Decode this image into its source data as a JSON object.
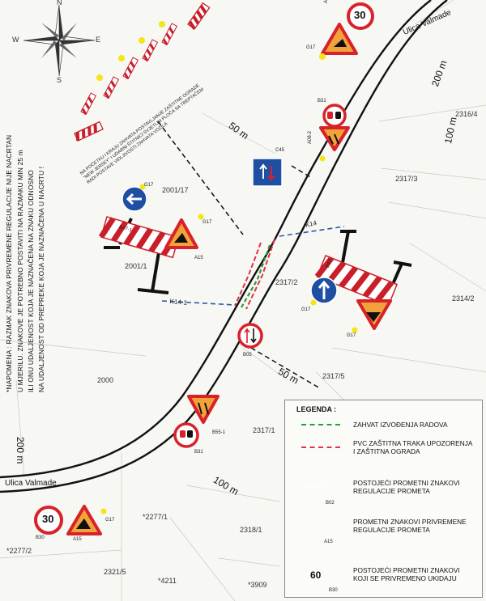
{
  "compass": {
    "n": "N",
    "s": "S",
    "e": "E",
    "w": "W"
  },
  "note": {
    "lines": [
      "*NAPOMENA :  RAZMAK ZNAKOVA PRIVREMENE REGULACIJE NIJE NACRTAN",
      "U MJERILU. ZNAKOVE JE POTREBNO POSTAVITI NA RAZMAKU MIN  25 m",
      "ILI ONU UDALJENOST KOJA JE NAZNAČENA NA ZNAKU ODNOSNO",
      "NA UDALJENOST OD PREPREKE KOJA JE NAZNAČENA U NACRTU !"
    ]
  },
  "barrier_note": [
    "NA POČETKU I KRAJU ZAHVATA POSTAVLJANJE  ZAŠTITNE OGRADE",
    "\"NEW JERSEY\" I UDARNI ŠTITNICI SVJETLIM PLOČA SA TREPTAČEM",
    "RADI POSTAVE VIDLJIVOSTI ZAHVATA VOZILA"
  ],
  "streets": {
    "top": "Ulica Valmade",
    "bottom": "Ulica Valmade"
  },
  "parcels": [
    "2316/4",
    "2317/3",
    "2001/17",
    "2001/1",
    "2317/2",
    "2314/2",
    "2317/5",
    "2000",
    "2317/1",
    "*2277/1",
    "2318/1",
    "*2277/2",
    "2321/5",
    "*4211",
    "*3909"
  ],
  "distances": {
    "d200_top": "200 m",
    "d100_top": "100 m",
    "d50_top": "50 m",
    "d50_bottom": "50 m",
    "d200_left": "200 m",
    "d100_bottom": "100 m"
  },
  "sign_codes": {
    "a15": "A15",
    "b30": "B30",
    "g17": "G17",
    "b31": "B31",
    "a08": "A08-2",
    "c45": "C45",
    "b47": "B47-1",
    "k14": "K14",
    "k14_1": "K14-1",
    "b05": "B05",
    "b55": "B55-1",
    "b02": "B02",
    "b47r": "B47"
  },
  "speed_limit": "30",
  "legend": {
    "title": "LEGENDA :",
    "items": [
      {
        "kind": "line",
        "color": "#2e9b3a",
        "text": "ZAHVAT IZVOĐENJA RADOVA"
      },
      {
        "kind": "line",
        "color": "#e0314b",
        "text": "PVC ZAŠTITNA TRAKA UPOZORENJA\nI ZAŠTITNA OGRADA"
      },
      {
        "kind": "stop",
        "sign_text": "STOP",
        "code": "B02",
        "text": "POSTOJEĆI PROMETNI ZNAKOVI\nREGULACIJE PROMETA"
      },
      {
        "kind": "works",
        "code": "A15",
        "text": "PROMETNI ZNAKOVI PRIVREMENE\nREGULACIJE PROMETA"
      },
      {
        "kind": "cancel",
        "sign_text": "60",
        "code": "B30",
        "text": "POSTOJEĆI PROMETNI ZNAKOVI\nKOJI SE PRIVREMENO UKIDAJU"
      }
    ]
  },
  "colors": {
    "road": "#111111",
    "sign_red": "#d8222a",
    "sign_blue": "#1e4fa3",
    "triangle_fill": "#f2a23a",
    "lamp": "#f6e419",
    "work_zone": "#2e9b3a",
    "tape": "#e0314b",
    "route_blue": "#2d57a8"
  }
}
